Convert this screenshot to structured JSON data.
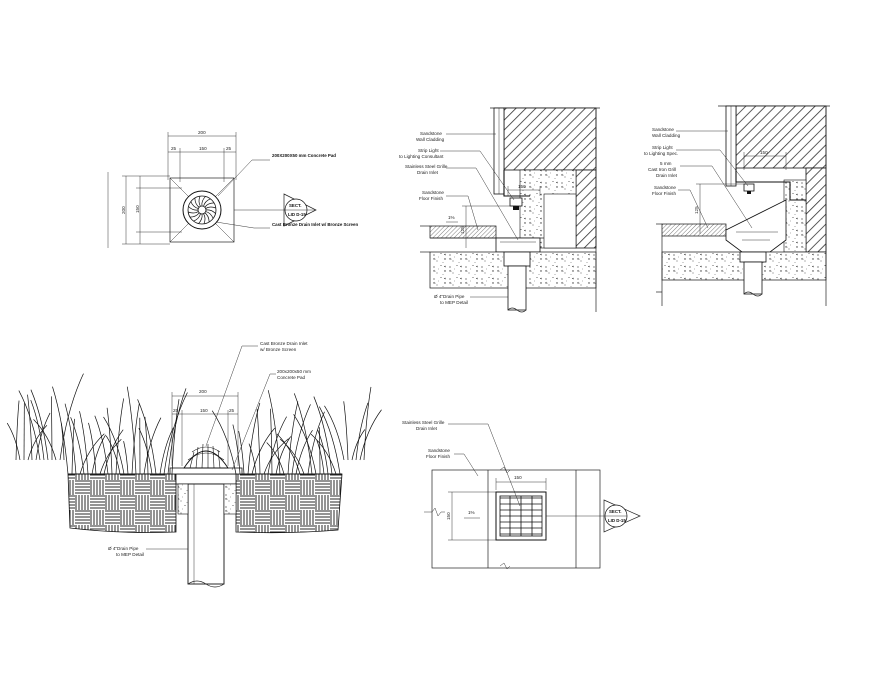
{
  "plan_detail": {
    "dims": {
      "overall": "200",
      "center": "150",
      "left": "25",
      "right": "25",
      "side": "200"
    },
    "labels": {
      "pad": "200X200X50 mm Concrete Pad",
      "inlet": "Cast Bronze Drain Inlet w/ Bronze Screen"
    },
    "tag": {
      "title": "SECT.",
      "ref": "LID D-15"
    }
  },
  "section_a": {
    "labels": {
      "sandstone_cladding": [
        "Sandstone",
        "Wall Cladding"
      ],
      "strip_light": [
        "Strip Light",
        "to Lighting Consultant"
      ],
      "grille": [
        "Stainless Steel Grille",
        "Drain Inlet"
      ],
      "floor_finish": [
        "Sandstone",
        "Floor Finish"
      ],
      "pipe": [
        "Ø 4\"Drain Pipe",
        "to MEP Detail"
      ]
    },
    "dims": {
      "d1": "150",
      "d2": "125"
    },
    "slope": "1%"
  },
  "section_b": {
    "labels": {
      "sandstone_cladding": [
        "Sandstone",
        "Wall Cladding"
      ],
      "strip_light": [
        "Strip Light",
        "to Lighting Spec."
      ],
      "cast_iron": [
        "5 mm",
        "Cast Iron Grill",
        "Drain Inlet"
      ],
      "floor_finish": [
        "Sandstone",
        "Floor Finish"
      ]
    },
    "dims": {
      "d1": "150",
      "d2": "125"
    }
  },
  "landscape_section": {
    "labels": {
      "inlet": [
        "Cast Bronze Drain Inlet",
        "w/ Bronze Screen"
      ],
      "pad": [
        "200x200x50 mm",
        "Concrete Pad"
      ],
      "pipe": [
        "Ø 4\"Drain Pipe",
        "to MEP Detail"
      ]
    },
    "dims": {
      "overall": "200",
      "center": "150",
      "left": "25",
      "right": "25"
    }
  },
  "grille_plan": {
    "labels": {
      "grille": [
        "Stainless Steel Grille",
        "Drain Inlet"
      ],
      "floor_finish": [
        "Sandstone",
        "Floor Finish"
      ]
    },
    "dims": {
      "width": "150",
      "side": "150"
    },
    "slope": "1%",
    "tag": {
      "title": "SECT.",
      "ref": "LID D-15"
    }
  }
}
